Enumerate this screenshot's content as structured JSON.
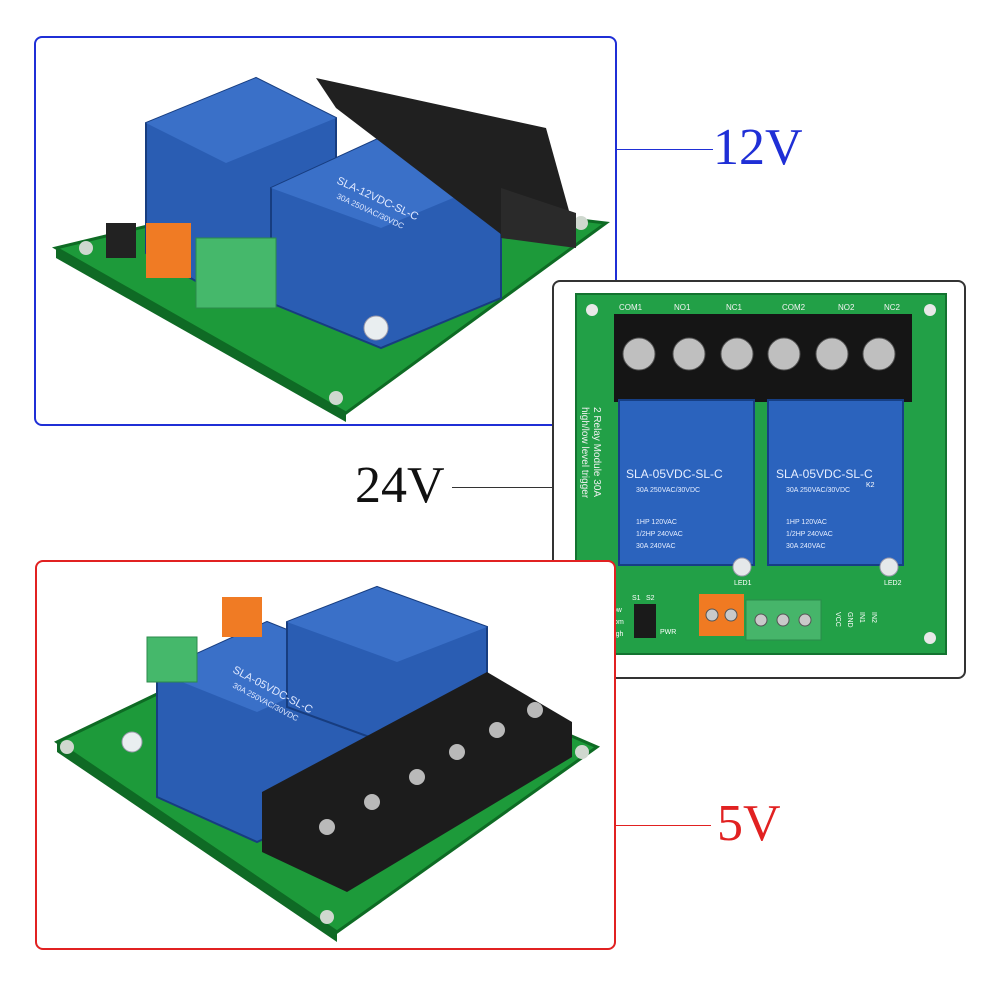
{
  "labels": {
    "v12": {
      "text": "12V",
      "color": "#1f2fd6"
    },
    "v24": {
      "text": "24V",
      "color": "#111111"
    },
    "v5": {
      "text": "5V",
      "color": "#e12121"
    }
  },
  "frame_colors": {
    "v12": "#1f2fd6",
    "v24": "#333333",
    "v5": "#e12121"
  },
  "board_24v": {
    "terminal_labels": [
      "COM1",
      "NO1",
      "NC1",
      "COM2",
      "NO2",
      "NC2"
    ],
    "relay_left": {
      "model": "SLA-05VDC-SL-C",
      "rating": "30A 250VAC/30VDC",
      "lines": [
        "1HP 120VAC",
        "1/2HP 240VAC",
        "30A 240VAC"
      ]
    },
    "relay_right": {
      "model": "SLA-05VDC-SL-C",
      "rating": "30A 250VAC/30VDC",
      "lines": [
        "1HP 120VAC",
        "1/2HP 240VAC",
        "30A 240VAC"
      ]
    },
    "side_text": [
      "2 Relay Module 30A",
      "high/low level trigger"
    ],
    "jumper_labels": [
      "S1",
      "S2"
    ],
    "level_labels": [
      "Low",
      "Com",
      "High"
    ],
    "misc_labels": [
      "LED1",
      "LED2",
      "K2",
      "PWR"
    ],
    "pin_labels": [
      "VCC",
      "GND",
      "IN1",
      "IN2"
    ]
  },
  "board_12v": {
    "relay_model": "SLA-12VDC-SL-C",
    "rating": "30A 250VAC/30VDC"
  },
  "board_5v": {
    "relay_model": "SLA-05VDC-SL-C",
    "rating": "30A 250VAC/30VDC"
  }
}
